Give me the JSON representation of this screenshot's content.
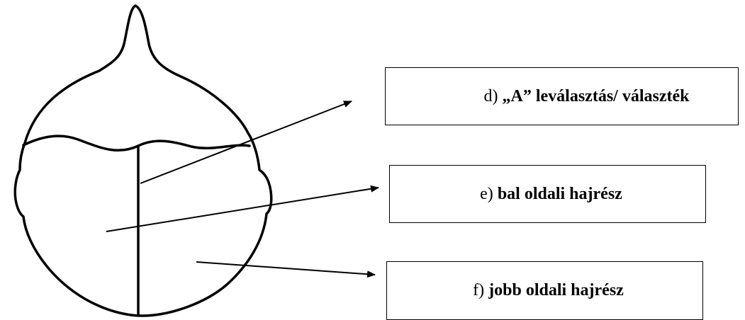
{
  "labels": {
    "d": {
      "letter": "d)",
      "text": "„A” leválasztás/ választék"
    },
    "e": {
      "letter": "e)",
      "text": "bal oldali hajrész"
    },
    "f": {
      "letter": "f)",
      "text": "jobb oldali hajrész"
    }
  },
  "colors": {
    "stroke": "#000000",
    "background": "#ffffff"
  }
}
